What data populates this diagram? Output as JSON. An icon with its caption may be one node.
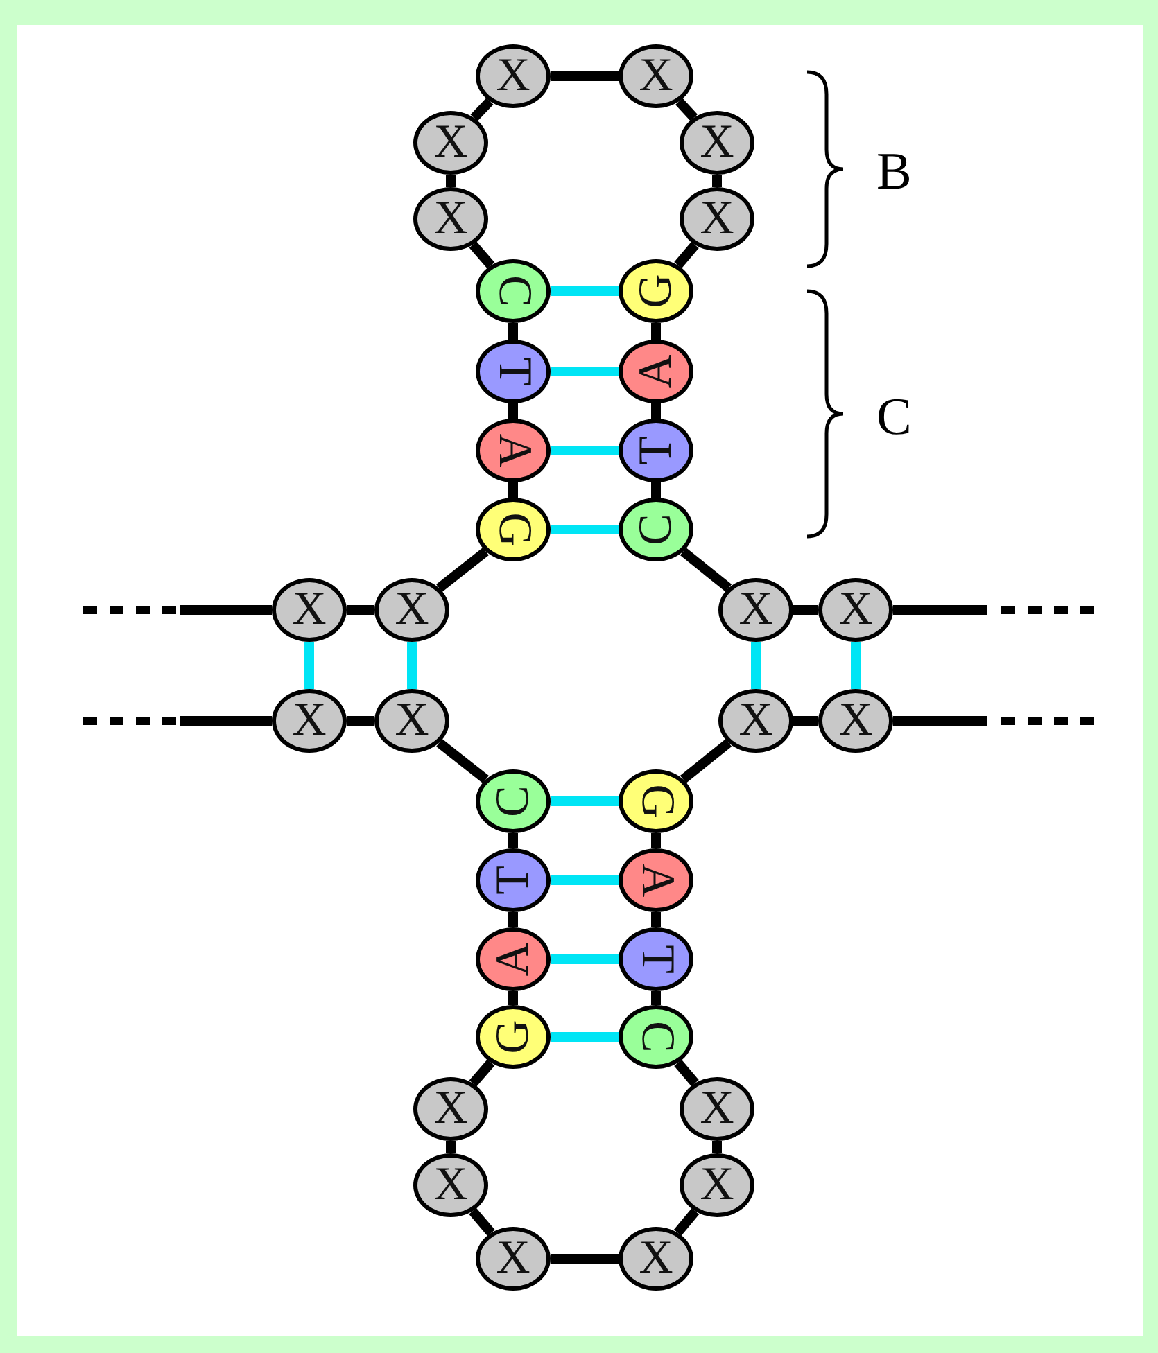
{
  "diagram": {
    "nodes": [
      {
        "text": [
          "X"
        ]
      },
      {
        "text": [
          "X"
        ]
      },
      {
        "text": [
          "X"
        ]
      },
      {
        "text": [
          "X"
        ]
      },
      {
        "text": [
          "X"
        ]
      },
      {
        "text": [
          "X"
        ]
      },
      {
        "text": [
          "C"
        ]
      },
      {
        "text": [
          "G"
        ]
      },
      {
        "text": [
          "T"
        ]
      },
      {
        "text": [
          "A"
        ]
      },
      {
        "text": [
          "A"
        ]
      },
      {
        "text": [
          "T"
        ]
      },
      {
        "text": [
          "G"
        ]
      },
      {
        "text": [
          "C"
        ]
      },
      {
        "text": [
          "X"
        ]
      },
      {
        "text": [
          "X"
        ]
      },
      {
        "text": [
          "X"
        ]
      },
      {
        "text": [
          "X"
        ]
      },
      {
        "text": [
          "X"
        ]
      },
      {
        "text": [
          "X"
        ]
      },
      {
        "text": [
          "X"
        ]
      },
      {
        "text": [
          "X"
        ]
      },
      {
        "text": [
          "C"
        ]
      },
      {
        "text": [
          "G"
        ]
      },
      {
        "text": [
          "T"
        ]
      },
      {
        "text": [
          "A"
        ]
      },
      {
        "text": [
          "A"
        ]
      },
      {
        "text": [
          "T"
        ]
      },
      {
        "text": [
          "G"
        ]
      },
      {
        "text": [
          "C"
        ]
      },
      {
        "text": [
          "X"
        ]
      },
      {
        "text": [
          "X"
        ]
      },
      {
        "text": [
          "X"
        ]
      },
      {
        "text": [
          "X"
        ]
      },
      {
        "text": [
          "X"
        ]
      },
      {
        "text": [
          "X"
        ]
      }
    ],
    "edges": [
      {
        "from": null,
        "to": 14,
        "arrow": "none"
      },
      {
        "from": 14,
        "to": 15,
        "arrow": "none"
      },
      {
        "from": 15,
        "to": 12,
        "arrow": "none"
      },
      {
        "from": 12,
        "to": 10,
        "arrow": "none"
      },
      {
        "from": 10,
        "to": 8,
        "arrow": "none"
      },
      {
        "from": 8,
        "to": 6,
        "arrow": "none"
      },
      {
        "from": 6,
        "to": 4,
        "arrow": "none"
      },
      {
        "from": 4,
        "to": 2,
        "arrow": "none"
      },
      {
        "from": 2,
        "to": 0,
        "arrow": "none"
      },
      {
        "from": 0,
        "to": 1,
        "arrow": "none"
      },
      {
        "from": 1,
        "to": 3,
        "arrow": "none"
      },
      {
        "from": 3,
        "to": 5,
        "arrow": "none"
      },
      {
        "from": 5,
        "to": 7,
        "arrow": "none"
      },
      {
        "from": 7,
        "to": 9,
        "arrow": "none"
      },
      {
        "from": 9,
        "to": 11,
        "arrow": "none"
      },
      {
        "from": 11,
        "to": 13,
        "arrow": "none"
      },
      {
        "from": 13,
        "to": 16,
        "arrow": "none"
      },
      {
        "from": 16,
        "to": 17,
        "arrow": "none"
      },
      {
        "from": 17,
        "to": null,
        "arrow": "none"
      },
      {
        "from": null,
        "to": 18,
        "arrow": "none"
      },
      {
        "from": 18,
        "to": 19,
        "arrow": "none"
      },
      {
        "from": 19,
        "to": 22,
        "arrow": "none"
      },
      {
        "from": 22,
        "to": 24,
        "arrow": "none"
      },
      {
        "from": 24,
        "to": 26,
        "arrow": "none"
      },
      {
        "from": 26,
        "to": 28,
        "arrow": "none"
      },
      {
        "from": 28,
        "to": 30,
        "arrow": "none"
      },
      {
        "from": 30,
        "to": 32,
        "arrow": "none"
      },
      {
        "from": 32,
        "to": 34,
        "arrow": "none"
      },
      {
        "from": 34,
        "to": 35,
        "arrow": "none"
      },
      {
        "from": 35,
        "to": 33,
        "arrow": "none"
      },
      {
        "from": 33,
        "to": 31,
        "arrow": "none"
      },
      {
        "from": 31,
        "to": 29,
        "arrow": "none"
      },
      {
        "from": 29,
        "to": 27,
        "arrow": "none"
      },
      {
        "from": 27,
        "to": 25,
        "arrow": "none"
      },
      {
        "from": 25,
        "to": 23,
        "arrow": "none"
      },
      {
        "from": 23,
        "to": 20,
        "arrow": "none"
      },
      {
        "from": 20,
        "to": 21,
        "arrow": "none"
      },
      {
        "from": 21,
        "to": null,
        "arrow": "none"
      },
      {
        "from": 6,
        "to": 7,
        "arrow": "none",
        "color": "#00e5f5"
      },
      {
        "from": 8,
        "to": 9,
        "arrow": "none",
        "color": "#00e5f5"
      },
      {
        "from": 10,
        "to": 11,
        "arrow": "none",
        "color": "#00e5f5"
      },
      {
        "from": 12,
        "to": 13,
        "arrow": "none",
        "color": "#00e5f5"
      },
      {
        "from": 14,
        "to": 18,
        "arrow": "none",
        "color": "#00e5f5"
      },
      {
        "from": 15,
        "to": 19,
        "arrow": "none",
        "color": "#00e5f5"
      },
      {
        "from": 16,
        "to": 20,
        "arrow": "none",
        "color": "#00e5f5"
      },
      {
        "from": 17,
        "to": 21,
        "arrow": "none",
        "color": "#00e5f5"
      },
      {
        "from": 22,
        "to": 23,
        "arrow": "none",
        "color": "#00e5f5"
      },
      {
        "from": 24,
        "to": 25,
        "arrow": "none",
        "color": "#00e5f5"
      },
      {
        "from": 26,
        "to": 27,
        "arrow": "none",
        "color": "#00e5f5"
      },
      {
        "from": 28,
        "to": 29,
        "arrow": "none",
        "color": "#00e5f5"
      }
    ],
    "labels": [
      "B",
      "C"
    ]
  }
}
